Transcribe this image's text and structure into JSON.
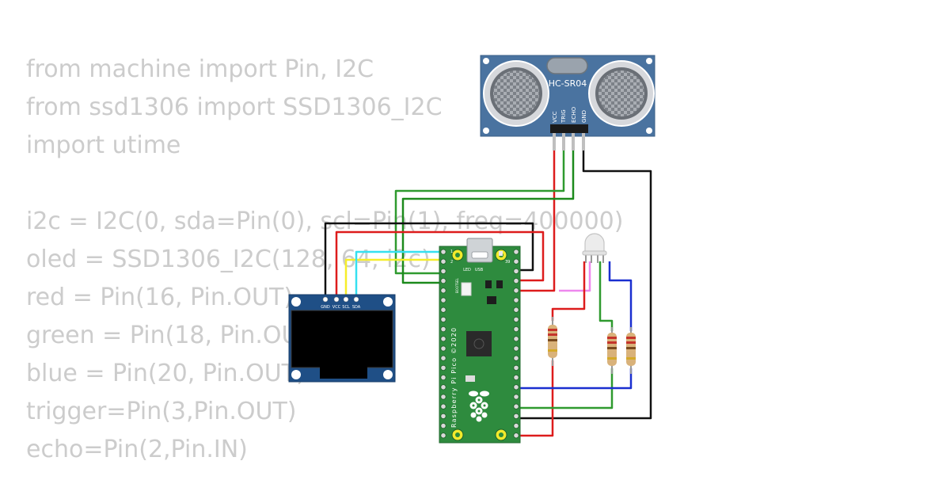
{
  "code_lines": [
    "from machine import Pin, I2C",
    "from ssd1306 import SSD1306_I2C",
    "import utime",
    "",
    "i2c = I2C(0, sda=Pin(0), scl=Pin(1), freq=400000)",
    "oled = SSD1306_I2C(128, 64, i2c)",
    "red = Pin(16, Pin.OUT)",
    "green = Pin(18, Pin.OUT)",
    "blue = Pin(20, Pin.OUT)",
    "trigger=Pin(3,Pin.OUT)",
    "echo=Pin(2,Pin.IN)"
  ],
  "sensor": {
    "model": "HC-SR04",
    "pins": [
      "VCC",
      "TRIG",
      "ECHO",
      "GND"
    ]
  },
  "oled": {
    "pins": [
      "GND",
      "VCC",
      "SCL",
      "SDA"
    ]
  },
  "pico": {
    "silk_label": "Raspberry Pi Pico ©2020",
    "led_label": "LED",
    "usb_label": "USB",
    "bootsel_label": "BOOTSEL",
    "pin_labels": [
      "1",
      "2",
      "39"
    ]
  },
  "colors": {
    "background": "#ffffff",
    "code_text": "#cccccc",
    "pcb_green": "#2e8b3e",
    "sensor_blue": "#4a73a0",
    "oled_blue": "#1f4f86",
    "wire_red": "#dd1c1c",
    "wire_green": "#2f9a2f",
    "wire_darkgreen": "#1c8a1c",
    "wire_black": "#111111",
    "wire_blue": "#1a2fd0",
    "wire_cyan": "#35e0f0",
    "wire_yellow": "#f6ee2a",
    "wire_pink": "#ee88ee"
  }
}
